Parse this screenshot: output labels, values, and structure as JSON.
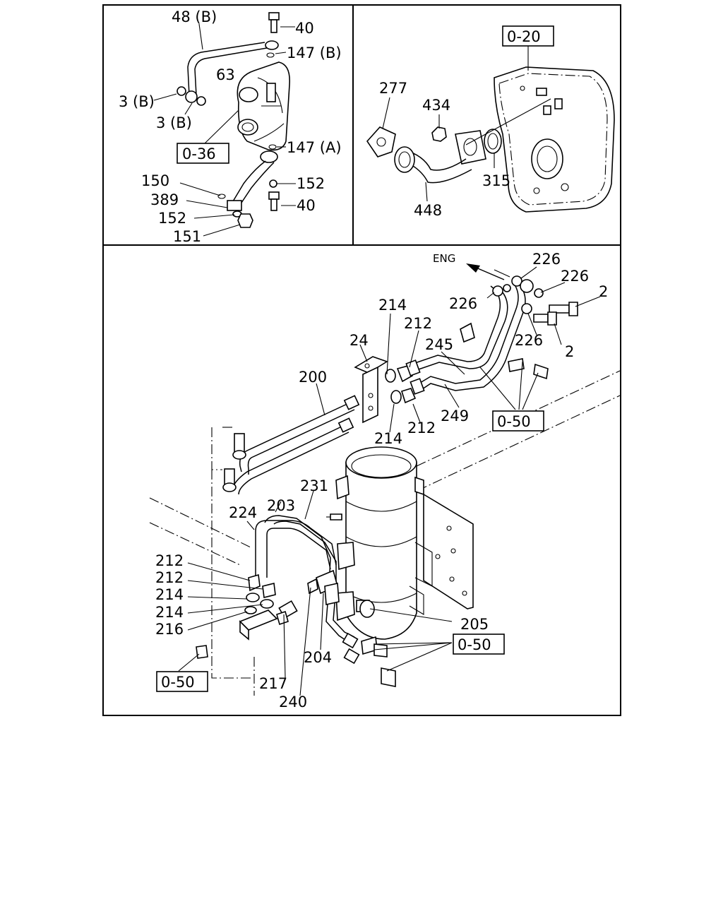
{
  "panels": {
    "top_left": {
      "labels": [
        "48 (B)",
        "40",
        "147 (B)",
        "63",
        "3 (B)",
        "3 (B)",
        "147 (A)",
        "150",
        "152",
        "389",
        "40",
        "152",
        "151"
      ],
      "refs": [
        "0-36"
      ]
    },
    "top_right": {
      "labels": [
        "277",
        "434",
        "315",
        "448"
      ],
      "refs": [
        "0-20"
      ]
    },
    "bottom": {
      "direction": "ENG",
      "labels": [
        "226",
        "226",
        "226",
        "226",
        "2",
        "2",
        "214",
        "212",
        "24",
        "245",
        "200",
        "249",
        "214",
        "212",
        "231",
        "224",
        "203",
        "212",
        "212",
        "214",
        "214",
        "216",
        "205",
        "204",
        "217",
        "240"
      ],
      "refs": [
        "0-50",
        "0-50",
        "0-50"
      ]
    }
  }
}
